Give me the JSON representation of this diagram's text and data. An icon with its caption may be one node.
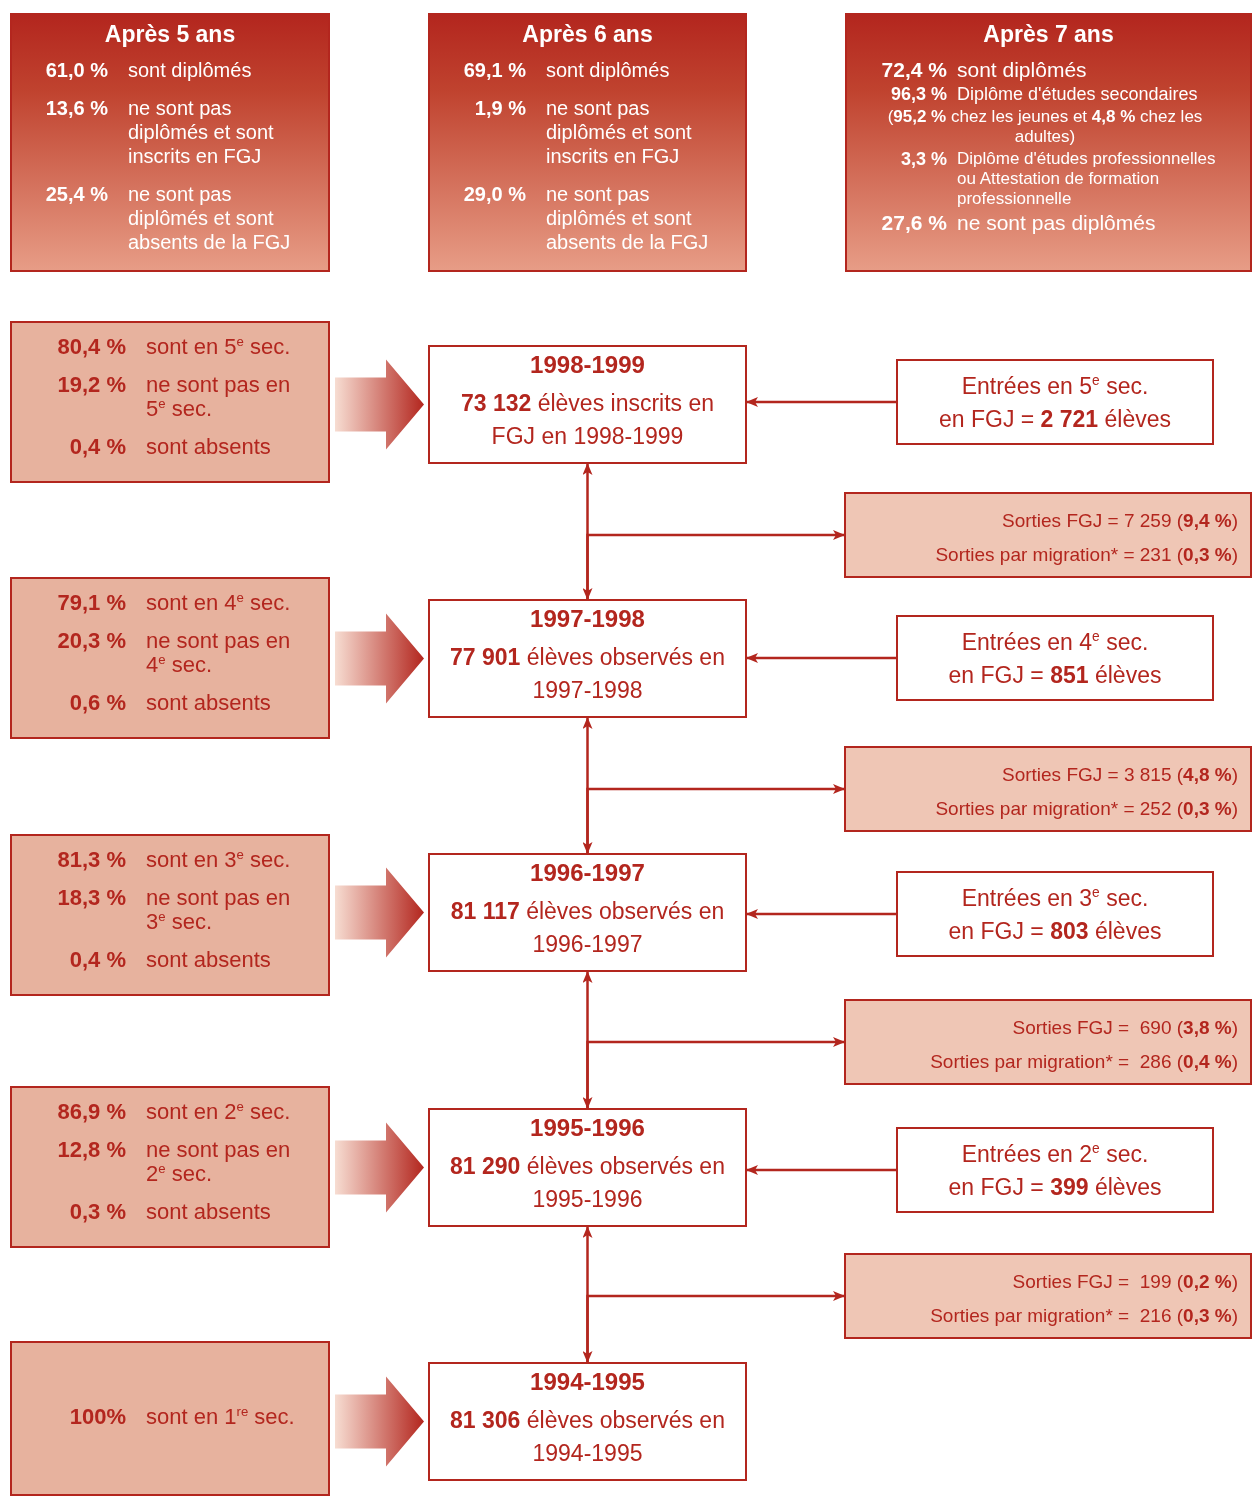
{
  "diagram": {
    "nodes": [
      {
        "text": [
          "Après 5 ans",
          "61,0 %",
          "sont diplômés",
          "13,6 %",
          "ne sont pas diplômés et sont inscrits en FGJ",
          "25,4 %",
          "ne sont pas diplômés et sont absents de la FGJ"
        ]
      },
      {
        "text": [
          "Après 6 ans",
          "69,1 %",
          "sont diplômés",
          "1,9 %",
          "ne sont pas diplômés et sont inscrits en FGJ",
          "29,0 %",
          "ne sont pas diplômés et sont absents de la FGJ"
        ]
      },
      {
        "text": [
          "Après 7 ans",
          "72,4 %",
          "sont diplômés",
          "96,3 %",
          "Diplôme d'études secondaires",
          "(**95,2 %** chez les jeunes et **4,8 %** chez les adultes)",
          "3,3 %",
          "Diplôme d'études professionnelles ou Attestation de formation professionnelle",
          "27,6 %",
          "ne sont pas diplômés"
        ]
      },
      {
        "text": [
          "80,4 %",
          "sont en 5$^{e}$ sec.",
          "19,2 %",
          "ne sont pas en 5$^{e}$ sec.",
          "0,4 %",
          "sont absents"
        ]
      },
      {
        "text": [
          "1998-1999",
          "**73 132** élèves inscrits en FGJ en 1998-1999"
        ]
      },
      {
        "text": [
          "Entrées en 5$^{e}$ sec.",
          "en FGJ = **2 721** élèves"
        ]
      },
      {
        "text": [
          "Sorties FGJ = 7 259 (**9,4 %**)",
          "Sorties par migration* = 231 (**0,3 %**)"
        ]
      },
      {
        "text": [
          "79,1 %",
          "sont en 4$^{e}$ sec.",
          "20,3 %",
          "ne sont pas en 4$^{e}$ sec.",
          "0,6 %",
          "sont absents"
        ]
      },
      {
        "text": [
          "1997-1998",
          "**77 901** élèves observés en 1997-1998"
        ]
      },
      {
        "text": [
          "Entrées en 4$^{e}$ sec.",
          "en FGJ = **851** élèves"
        ]
      },
      {
        "text": [
          "Sorties FGJ = 3 815 (**4,8 %**)",
          "Sorties par migration* = 252 (**0,3 %**)"
        ]
      },
      {
        "text": [
          "81,3 %",
          "sont en 3$^{e}$ sec.",
          "18,3 %",
          "ne sont pas en 3$^{e}$ sec.",
          "0,4 %",
          "sont absents"
        ]
      },
      {
        "text": [
          "1996-1997",
          "**81 117** élèves observés en 1996-1997"
        ]
      },
      {
        "text": [
          "Entrées en 3$^{e}$ sec.",
          "en FGJ = **803** élèves"
        ]
      },
      {
        "text": [
          "Sorties FGJ =  690 (**3,8 %**)",
          "Sorties par migration* =  286 (**0,4 %**)"
        ]
      },
      {
        "text": [
          "86,9 %",
          "sont en 2$^{e}$ sec.",
          "12,8 %",
          "ne sont pas en 2$^{e}$ sec.",
          "0,3 %",
          "sont absents"
        ]
      },
      {
        "text": [
          "1995-1996",
          "**81 290** élèves observés en 1995-1996"
        ]
      },
      {
        "text": [
          "Entrées en 2$^{e}$ sec.",
          "en FGJ = **399** élèves"
        ]
      },
      {
        "text": [
          "Sorties FGJ =  199 (**0,2 %**)",
          "Sorties par migration* =  216 (**0,3 %**)"
        ]
      },
      {
        "text": [
          "100%",
          "sont en 1$^{re}$ sec."
        ]
      },
      {
        "text": [
          "1994-1995",
          "**81 306** élèves observés en 1994-1995"
        ]
      }
    ],
    "edges": [
      {
        "from": 3,
        "to": 4,
        "arrow": "to",
        "style": "thick"
      },
      {
        "from": 5,
        "to": 4,
        "arrow": "to"
      },
      {
        "from": 8,
        "to": 4,
        "arrow": "both"
      },
      {
        "from": 8,
        "to": 6,
        "arrow": "to"
      },
      {
        "from": 7,
        "to": 8,
        "arrow": "to",
        "style": "thick"
      },
      {
        "from": 9,
        "to": 8,
        "arrow": "to"
      },
      {
        "from": 12,
        "to": 8,
        "arrow": "both"
      },
      {
        "from": 12,
        "to": 10,
        "arrow": "to"
      },
      {
        "from": 11,
        "to": 12,
        "arrow": "to",
        "style": "thick"
      },
      {
        "from": 13,
        "to": 12,
        "arrow": "to"
      },
      {
        "from": 16,
        "to": 12,
        "arrow": "both"
      },
      {
        "from": 16,
        "to": 14,
        "arrow": "to"
      },
      {
        "from": 15,
        "to": 16,
        "arrow": "to",
        "style": "thick"
      },
      {
        "from": 17,
        "to": 16,
        "arrow": "to"
      },
      {
        "from": 20,
        "to": 16,
        "arrow": "both"
      },
      {
        "from": 20,
        "to": 18,
        "arrow": "to"
      },
      {
        "from": 19,
        "to": 20,
        "arrow": "to",
        "style": "thick"
      }
    ]
  }
}
